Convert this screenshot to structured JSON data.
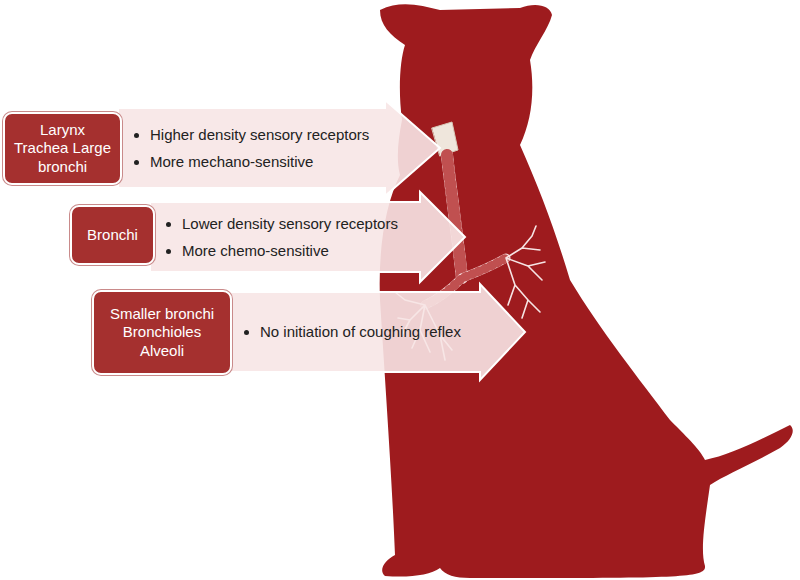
{
  "diagram": {
    "nodes": [
      {
        "text": [
          "Larynx Trachea Large bronchi"
        ]
      },
      {
        "text": [
          "Higher density sensory receptors",
          "More mechano-sensitive"
        ]
      },
      {
        "text": [
          "Bronchi"
        ]
      },
      {
        "text": [
          "Lower density sensory receptors",
          "More chemo-sensitive"
        ]
      },
      {
        "text": [
          "Smaller bronchi Bronchioles Alveoli"
        ]
      },
      {
        "text": [
          "No initiation of coughing reflex"
        ]
      }
    ]
  }
}
